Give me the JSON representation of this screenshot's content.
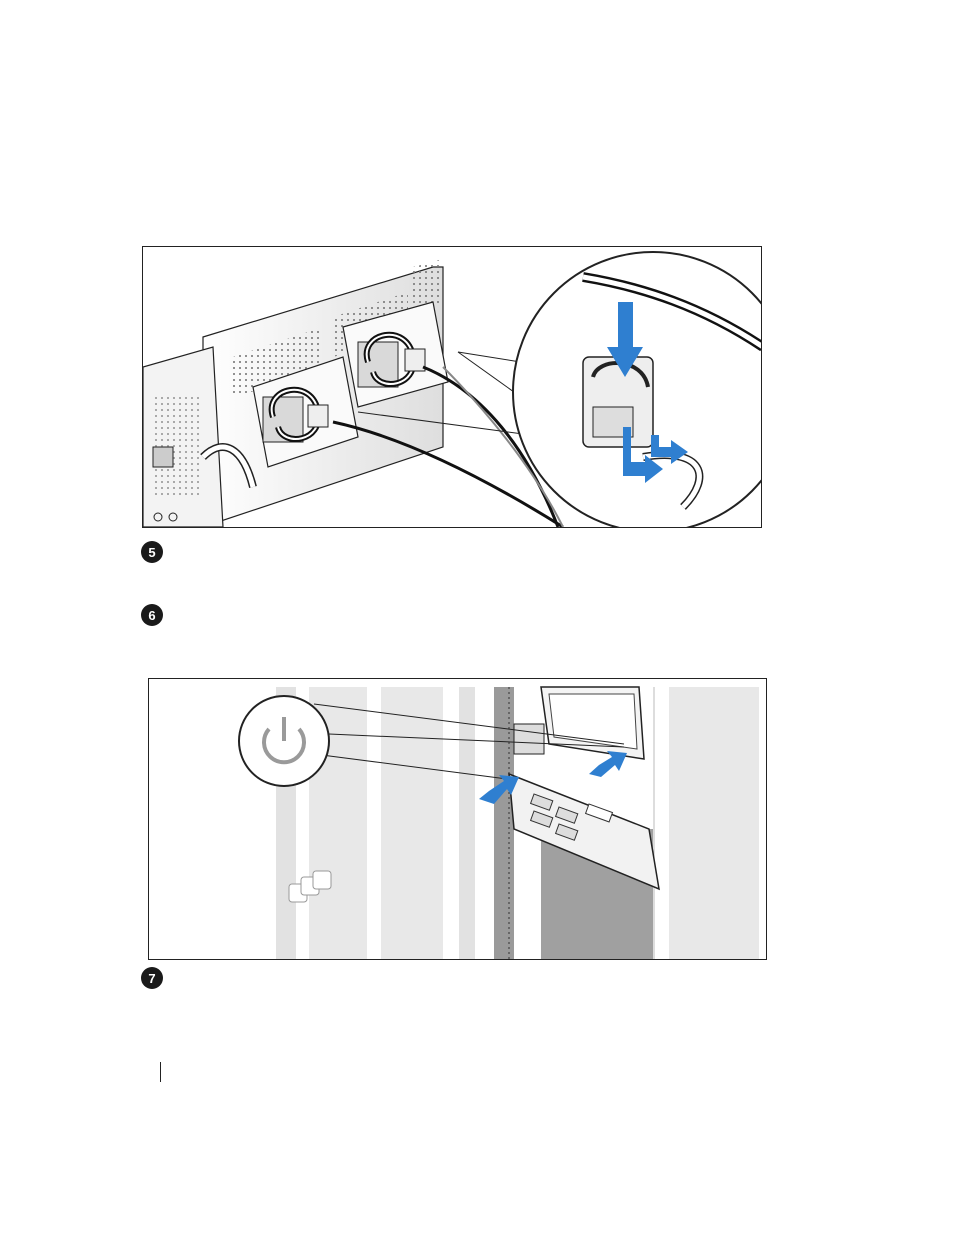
{
  "steps": [
    {
      "number": "5"
    },
    {
      "number": "6"
    },
    {
      "number": "7"
    }
  ],
  "colors": {
    "arrow_blue": "#2f7fd0",
    "line": "#1a1a1a",
    "hatch": "#888888",
    "rack_gray": "#e2e2e2",
    "rack_dark": "#9a9a9a"
  },
  "icons": {
    "figure1_callout": "cable-retention-clip-icon",
    "figure2_callout": "power-button-icon"
  }
}
